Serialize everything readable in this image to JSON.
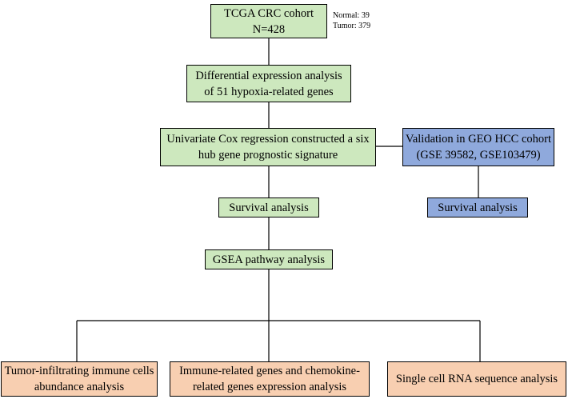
{
  "boxes": {
    "tcga": "TCGA CRC cohort\nN=428",
    "diff_expr": "Differential expression analysis\nof 51 hypoxia-related genes",
    "cox": "Univariate Cox regression constructed a six\nhub gene prognostic signature",
    "validation": "Validation in  GEO HCC cohort\n(GSE 39582, GSE103479)",
    "survival_left": "Survival analysis",
    "survival_right": "Survival analysis",
    "gsea": "GSEA pathway analysis",
    "tumor_infiltrating": "Tumor-infiltrating immune cells\nabundance analysis",
    "immune_genes": "Immune-related genes and  chemokine-\nrelated genes expression analysis",
    "single_cell": "Single cell RNA sequence analysis"
  },
  "cohort_counts": "Normal: 39\nTumor: 379",
  "colors": {
    "green": "#cde8be",
    "blue": "#8fa9dc",
    "peach": "#f8cfb1"
  }
}
